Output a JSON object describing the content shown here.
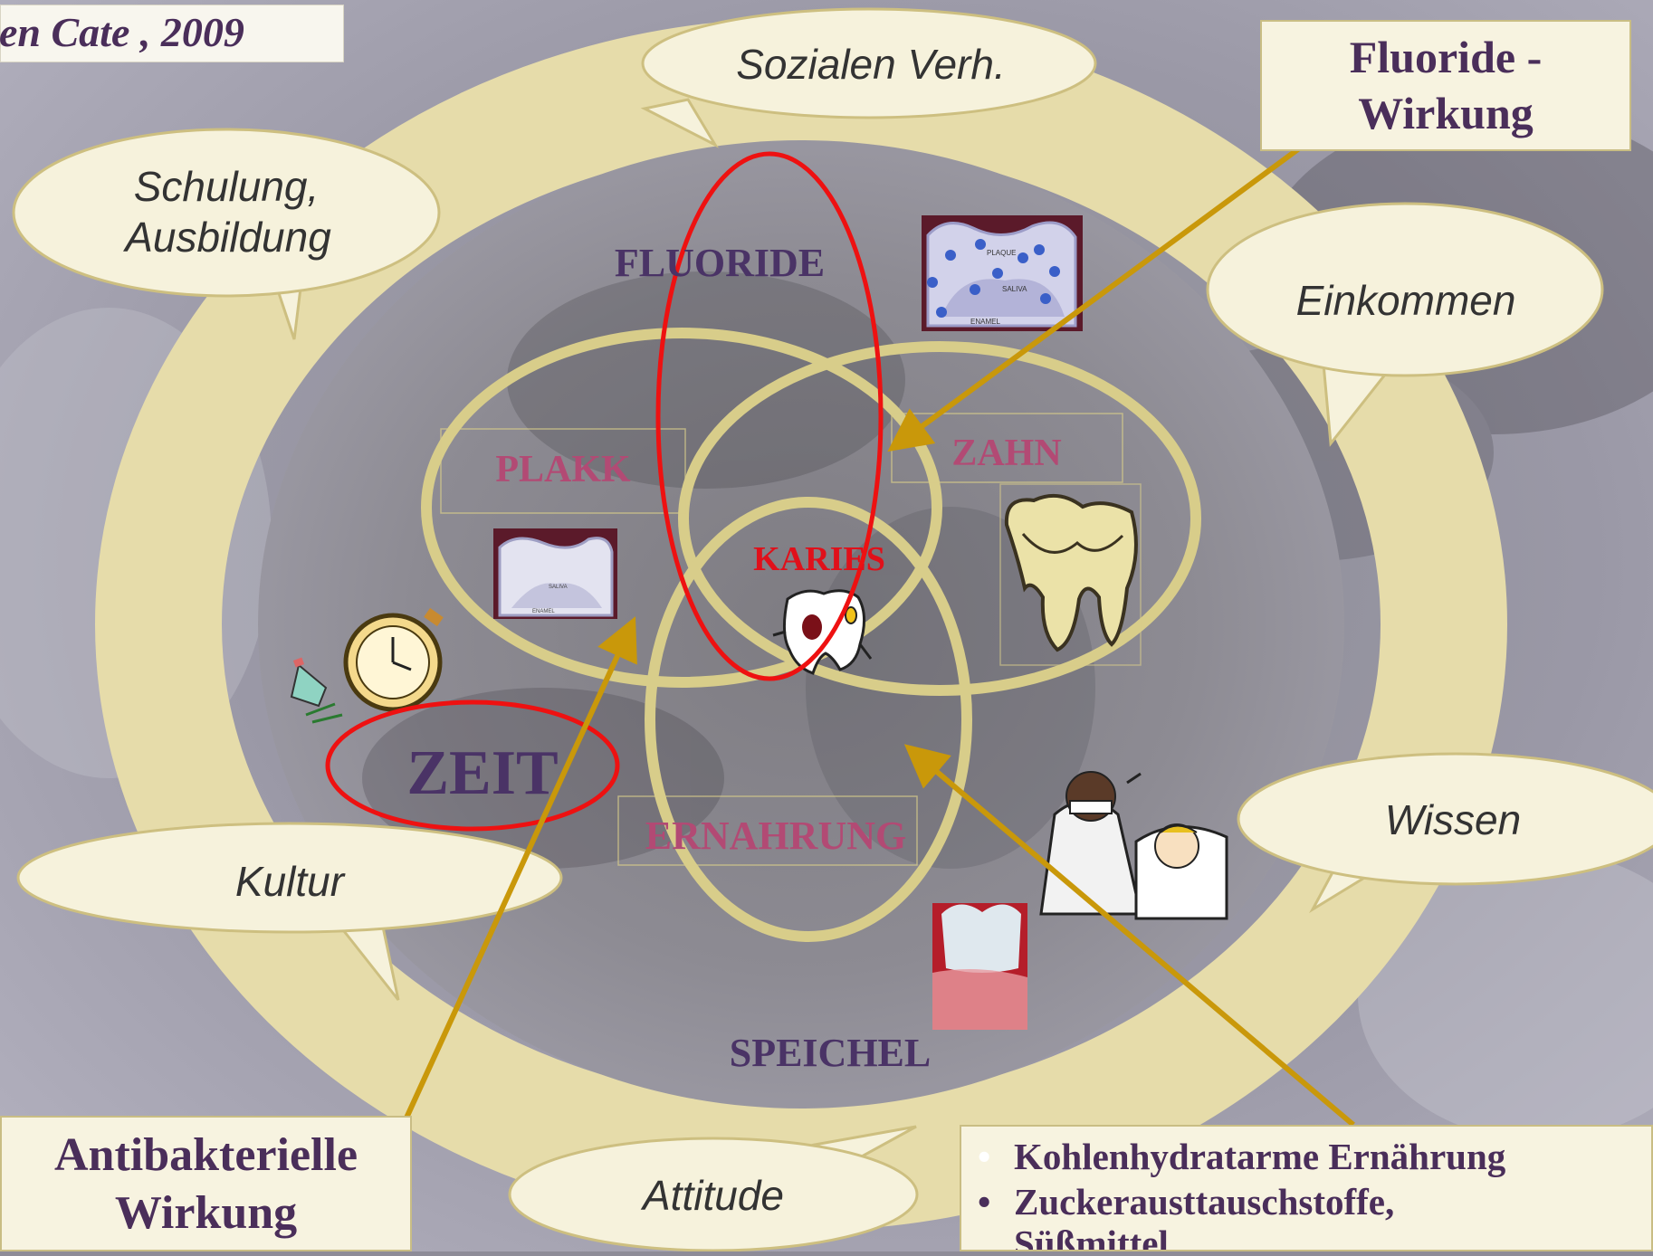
{
  "citation": "en Cate , 2009",
  "bubbles": {
    "sozialen": "Sozialen Verh.",
    "schulung_line1": "Schulung,",
    "schulung_line2": "Ausbildung",
    "einkommen": "Einkommen",
    "kultur": "Kultur",
    "wissen": "Wissen",
    "attitude": "Attitude"
  },
  "labels": {
    "fluoride": "FLUORIDE",
    "plakk": "PLAKK",
    "zahn": "ZAHN",
    "karies": "KARIES",
    "ernahrung": "ERNAHRUNG",
    "speichel": "SPEICHEL",
    "zeit": "ZEIT"
  },
  "boxes": {
    "fluoride_wirkung_line1": "Fluoride -",
    "fluoride_wirkung_line2": "Wirkung",
    "antibakterielle_line1": "Antibakterielle",
    "antibakterielle_line2": "Wirkung",
    "nutrition_items": [
      "Kohlenhydratarme Ernährung",
      "Zuckerausttauschstoffe,",
      "Süßmittel"
    ]
  },
  "image_labels": {
    "plaque": "PLAQUE",
    "saliva": "SALIVA",
    "enamel": "ENAMEL"
  },
  "colors": {
    "ring": "#e6dcaa",
    "ring_stroke": "#d6c988",
    "venn": "#d8cd8a",
    "label_purple": "#4a3366",
    "label_pink": "#b24a74",
    "karies_red": "#e0101a",
    "highlight_red": "#ee1111",
    "arrow": "#c9980a",
    "bubble_fill": "#f6f2dc"
  }
}
